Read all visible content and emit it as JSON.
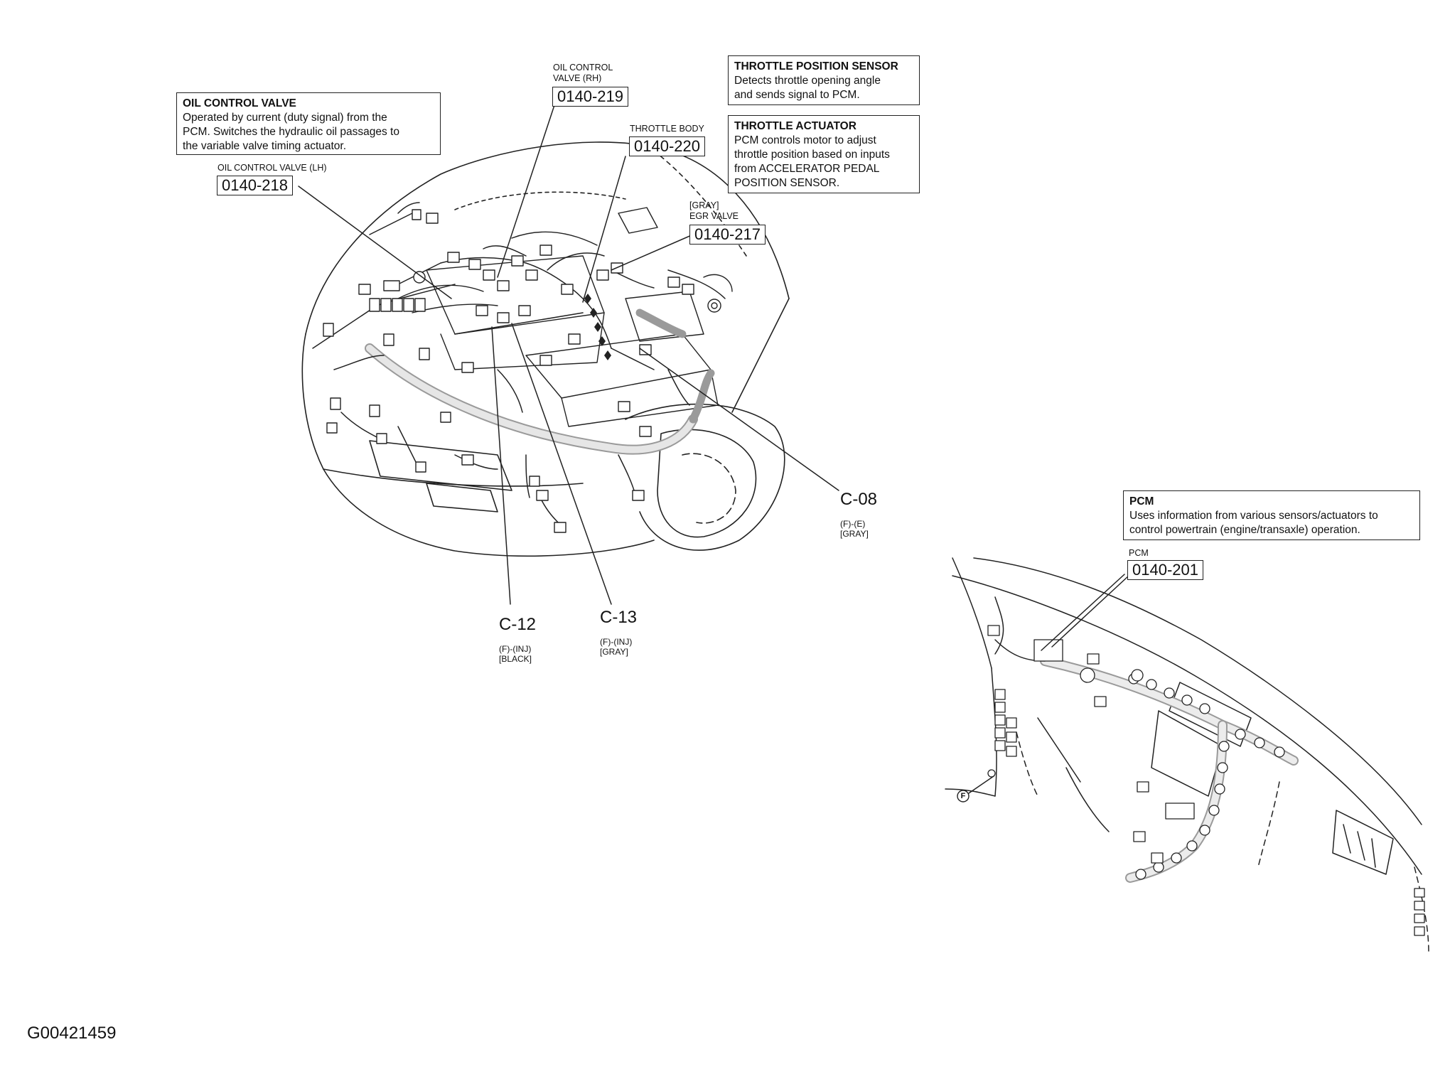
{
  "callouts": {
    "oil_control_valve": {
      "heading": "OIL CONTROL VALVE",
      "body": "Operated by current (duty signal) from the\nPCM. Switches the hydraulic oil passages  to\nthe variable valve timing actuator."
    },
    "throttle_position_sensor": {
      "heading": "THROTTLE POSITION SENSOR",
      "body": "Detects throttle opening angle\nand sends signal to PCM."
    },
    "throttle_actuator": {
      "heading": "THROTTLE ACTUATOR",
      "body": "PCM controls motor to adjust\nthrottle position based on inputs\nfrom ACCELERATOR PEDAL\nPOSITION SENSOR."
    },
    "pcm": {
      "heading": "PCM",
      "body": "Uses information from various sensors/actuators to\ncontrol powertrain (engine/transaxle) operation."
    }
  },
  "components": {
    "ocv_lh": {
      "label": "OIL CONTROL VALVE (LH)",
      "code": "0140-218"
    },
    "ocv_rh": {
      "label": "OIL CONTROL\nVALVE (RH)",
      "code": "0140-219"
    },
    "throttle_body": {
      "label": "THROTTLE BODY",
      "code": "0140-220"
    },
    "egr_valve": {
      "label": "[GRAY]\nEGR VALVE",
      "code": "0140-217"
    },
    "pcm": {
      "label": "PCM",
      "code": "0140-201"
    }
  },
  "connectors": {
    "c08": {
      "id": "C-08",
      "detail": "(F)-(E)\n[GRAY]"
    },
    "c12": {
      "id": "C-12",
      "detail": "(F)-(INJ)\n[BLACK]"
    },
    "c13": {
      "id": "C-13",
      "detail": "(F)-(INJ)\n[GRAY]"
    }
  },
  "marker_f": "F",
  "figure_id": "G00421459"
}
